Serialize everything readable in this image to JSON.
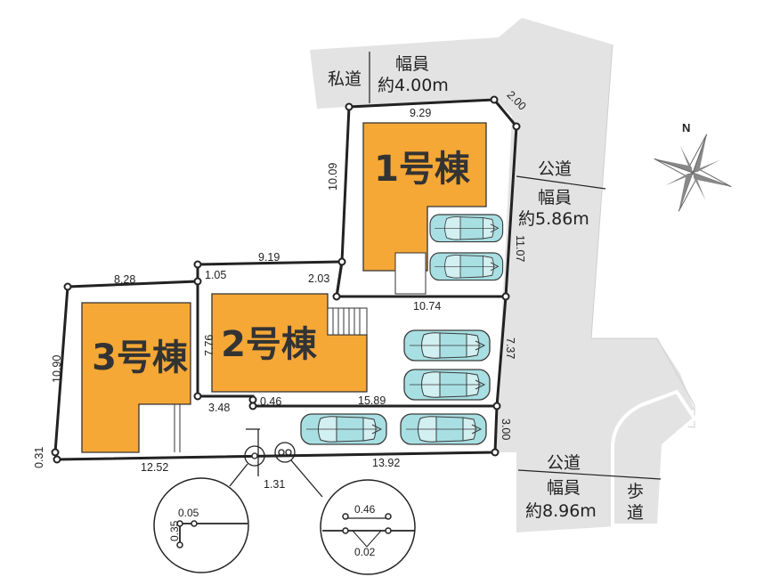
{
  "map": {
    "buildings": [
      {
        "label": "1号棟"
      },
      {
        "label": "2号棟"
      },
      {
        "label": "3号棟"
      }
    ],
    "roads": {
      "private": {
        "label": "私道",
        "width_label": "幅員",
        "width_value": "約4.00m"
      },
      "public_east": {
        "label": "公道",
        "width_label": "幅員",
        "width_value": "約5.86m"
      },
      "public_south": {
        "label": "公道",
        "width_label": "幅員",
        "width_value": "約8.96m"
      },
      "sidewalk": {
        "char1": "歩",
        "char2": "道"
      }
    },
    "dimensions": {
      "d_929": "9.29",
      "d_200": "2.00",
      "d_1009": "10.09",
      "d_1107": "11.07",
      "d_919": "9.19",
      "d_105": "1.05",
      "d_203": "2.03",
      "d_828": "8.28",
      "d_1074": "10.74",
      "d_776": "7.76",
      "d_1090": "10.90",
      "d_737": "7.37",
      "d_348": "3.48",
      "d_046": "0.46",
      "d_1589": "15.89",
      "d_300": "3.00",
      "d_031": "0.31",
      "d_1252": "12.52",
      "d_1392": "13.92",
      "d_131": "1.31"
    },
    "insets": {
      "left": {
        "d_005": "0.05",
        "d_035": "0.35"
      },
      "right": {
        "d_046": "0.46",
        "d_002": "0.02"
      }
    },
    "compass": {
      "north_label": "N"
    },
    "colors": {
      "building": "#f5a836",
      "road": "#e3e3e3",
      "car_body": "#a8dfe2",
      "lot_line": "#222222"
    }
  }
}
